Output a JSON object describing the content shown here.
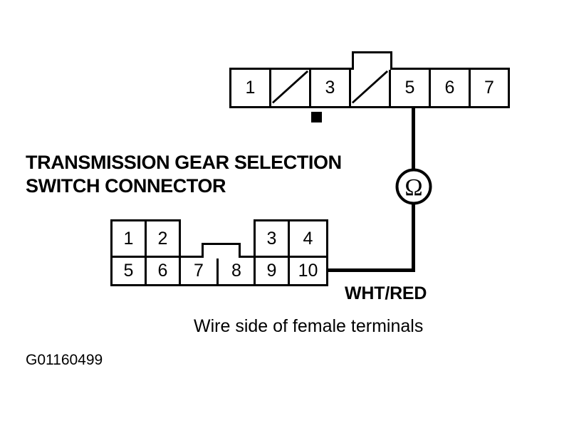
{
  "figure": {
    "id_label": "G01160499",
    "caption": "Wire side of female terminals",
    "connector_label": "TRANSMISSION GEAR SELECTION\nSWITCH CONNECTOR",
    "wire_label": "WHT/RED",
    "line_color": "#000000",
    "background_color": "#ffffff"
  },
  "top_connector": {
    "name": "upper-connector-7-cavity",
    "cells": [
      {
        "label": "1",
        "blank": false
      },
      {
        "label": "",
        "blank": true
      },
      {
        "label": "3",
        "blank": false
      },
      {
        "label": "",
        "blank": true
      },
      {
        "label": "5",
        "blank": false
      },
      {
        "label": "6",
        "blank": false
      },
      {
        "label": "7",
        "blank": false
      }
    ],
    "locking_tab": "locking-tab",
    "marker": "terminal-marker-square"
  },
  "lower_connector": {
    "name": "transmission-gear-selection-switch-connector",
    "top_row": [
      {
        "label": "1"
      },
      {
        "label": "2"
      },
      {
        "label": "3"
      },
      {
        "label": "4"
      }
    ],
    "bottom_row": [
      {
        "label": "5"
      },
      {
        "label": "6"
      },
      {
        "label": "7"
      },
      {
        "label": "8"
      },
      {
        "label": "9"
      },
      {
        "label": "10"
      }
    ],
    "locking_tab": "locking-tab"
  },
  "instrument": {
    "type": "ohmmeter",
    "symbol": "Ω"
  },
  "wiring": {
    "from_pin": "5",
    "to_pin": "10",
    "wire_color_code": "WHT/RED"
  }
}
